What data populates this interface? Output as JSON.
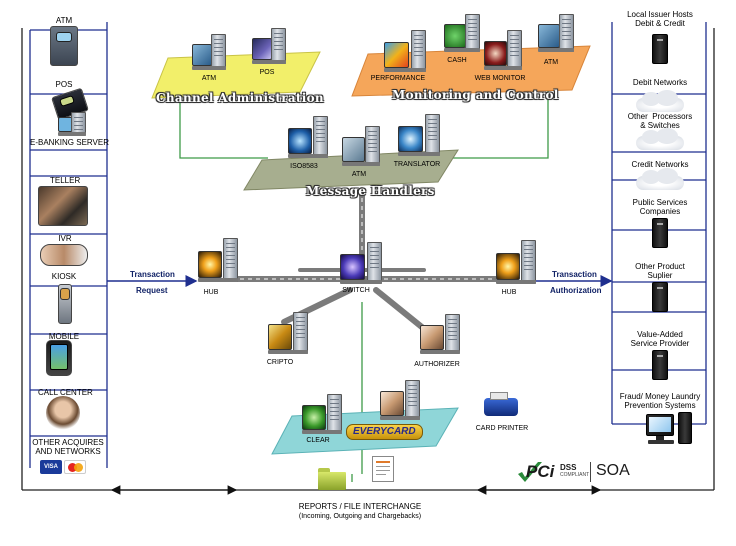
{
  "platforms": {
    "channel_admin": {
      "title": "Channel Administration",
      "atm": "ATM",
      "pos": "POS"
    },
    "monitoring": {
      "title": "Monitoring and Control",
      "performance": "PERFORMANCE",
      "cash": "CASH",
      "web_monitor": "WEB MONITOR",
      "atm": "ATM"
    },
    "message": {
      "title": "Message Handlers",
      "iso": "ISO8583",
      "atm": "ATM",
      "translator": "TRANSLATOR"
    },
    "clearing": {
      "clear": "CLEAR",
      "everycard": "EVERYCARD"
    }
  },
  "left_channels": [
    "ATM",
    "POS",
    "E-BANKING SERVER",
    "TELLER",
    "IVR",
    "KIOSK",
    "MOBILE",
    "CALL CENTER",
    "OTHER ACQUIRES\nAND NETWORKS"
  ],
  "right_networks": [
    "Local Issuer Hosts\nDebit & Credit",
    "Debit Networks",
    "Other  Processors\n& Switches",
    "Credit Networks",
    "Public Services\nCompanies",
    "Other Product\nSuplier",
    "Value-Added\nService Provider",
    "Fraud/ Money Laundry\nPrevention Systems"
  ],
  "core": {
    "hub_left": "HUB",
    "switch": "SWITCH",
    "hub_right": "HUB",
    "cripto": "CRIPTO",
    "authorizer": "AUTHORIZER",
    "card_printer": "CARD PRINTER"
  },
  "arrows": {
    "left_line1": "Transaction",
    "left_line2": "Request",
    "right_line1": "Transaction",
    "right_line2": "Authorization"
  },
  "reports": {
    "line1": "REPORTS / FILE INTERCHANGE",
    "line2": "(Incoming, Outgoing and Chargebacks)"
  },
  "cards": {
    "visa": "VISA"
  },
  "branding": {
    "pci": "PCi",
    "dss": "DSS",
    "compliant": "COMPLIANT",
    "soa": "SOA"
  },
  "colors": {
    "platform_yellow": "#f2ef6a",
    "platform_orange": "#f5a65a",
    "platform_gray": "#a7ae8f",
    "platform_teal": "#8fd6d8",
    "line_green": "#3e9a48",
    "line_blue": "#1f2f8f",
    "road_gray": "#7b7b7b",
    "pci_green": "#2a8a3a"
  }
}
